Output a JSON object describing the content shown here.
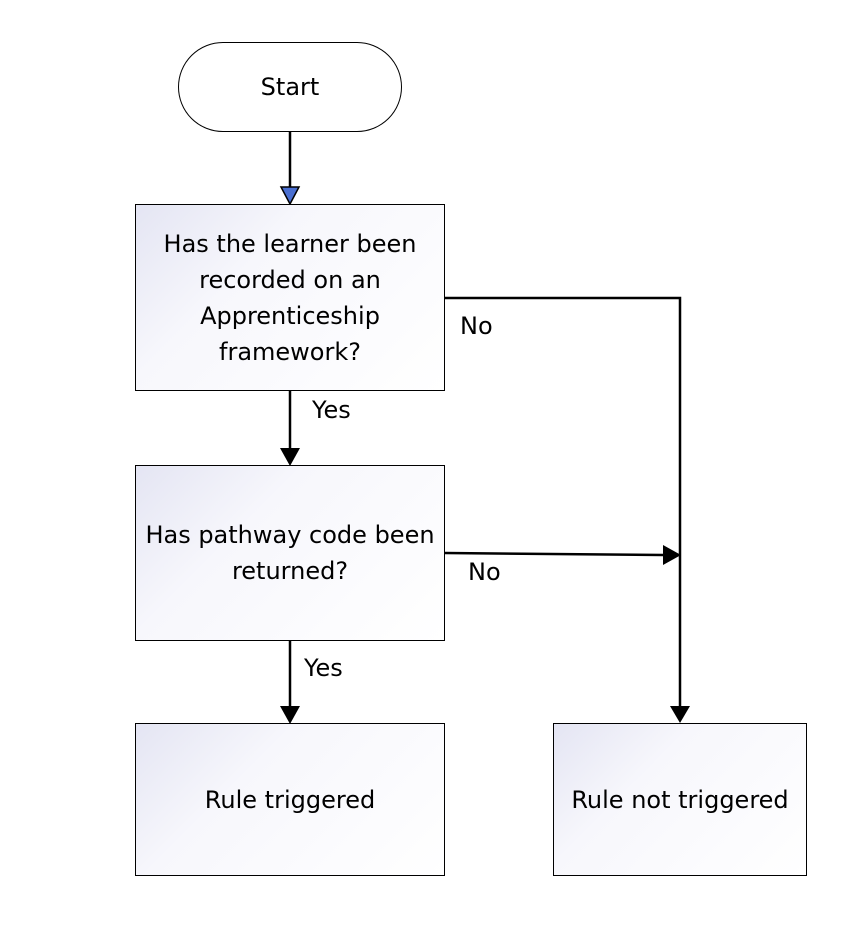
{
  "nodes": {
    "start": "Start",
    "question_1": "Has the learner been recorded on an Apprenticeship framework?",
    "question_2": "Has pathway code been returned?",
    "result_yes": "Rule triggered",
    "result_no": "Rule not triggered"
  },
  "edges": {
    "q1_no": "No",
    "q1_yes": "Yes",
    "q2_no": "No",
    "q2_yes": "Yes"
  },
  "colors": {
    "node_fill": "#e4e5f3",
    "start_arrowhead": "#4a6fd1",
    "line": "#000000"
  }
}
